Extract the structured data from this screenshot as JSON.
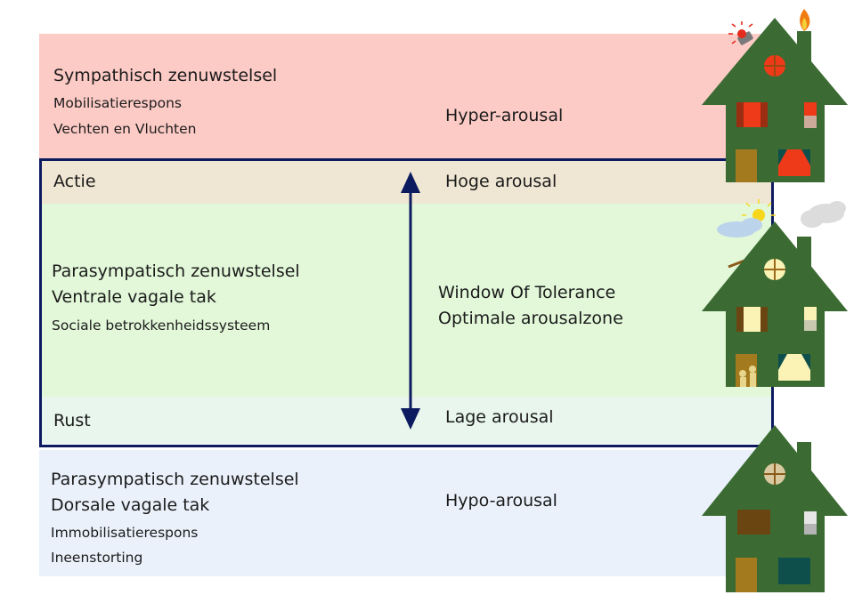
{
  "hyper": {
    "system": "Sympathisch zenuwstelsel",
    "line1": "Mobilisatierespons",
    "line2": "Vechten en Vluchten",
    "zone": "Hyper-arousal"
  },
  "hoge": {
    "left": "Actie",
    "zone": "Hoge arousal"
  },
  "wot": {
    "system": "Parasympatisch zenuwstelsel",
    "branch": "Ventrale vagale tak",
    "detail": "Sociale betrokkenheidssysteem",
    "zone1": "Window Of Tolerance",
    "zone2": "Optimale arousalzone"
  },
  "lage": {
    "left": "Rust",
    "zone": "Lage arousal"
  },
  "hypo": {
    "system": "Parasympatisch zenuwstelsel",
    "branch": "Dorsale vagale tak",
    "line1": "Immobilisatierespons",
    "line2": "Ineenstorting",
    "zone": "Hypo-arousal"
  },
  "colors": {
    "hyper_band": "#fdcbc6",
    "hoge_band": "#efe6d3",
    "window_band": "#e2f8d9",
    "lage_band": "#e8f6ee",
    "hypo_band": "#eaf1fb",
    "frame": "#0c1a5f",
    "house": "#3b6b32"
  },
  "icons": [
    "house-on-fire-icon",
    "siren-icon",
    "flame-icon",
    "house-sunny-icon",
    "sun-icon",
    "cloud-icon",
    "smoke-icon",
    "house-dark-icon",
    "double-arrow-icon"
  ]
}
